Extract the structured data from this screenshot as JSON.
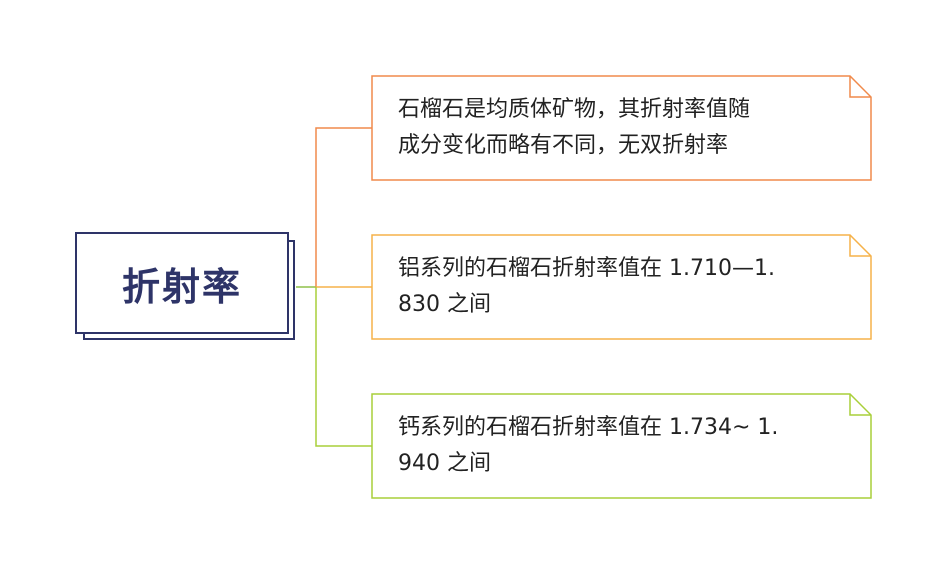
{
  "root": {
    "label": "折射率"
  },
  "branches": [
    {
      "text_lines": [
        "石榴石是均质体矿物，其折射率值随",
        "成分变化而略有不同，无双折射率"
      ],
      "color": "#f08a4b"
    },
    {
      "text_lines": [
        "铝系列的石榴石折射率值在 1.710—1.",
        "830 之间"
      ],
      "color": "#f5b24a"
    },
    {
      "text_lines": [
        "钙系列的石榴石折射率值在 1.734~ 1.",
        "940 之间"
      ],
      "color": "#a9cf3a"
    }
  ],
  "colors": {
    "root_border": "#2e3468",
    "root_text": "#2e3468",
    "trunk": "#8fc14a"
  }
}
